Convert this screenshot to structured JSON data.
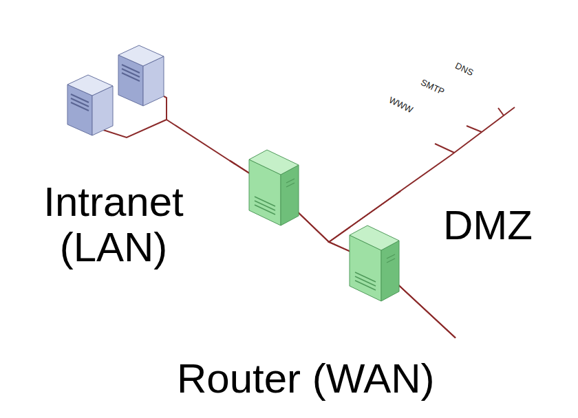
{
  "diagram": {
    "nodes": [
      {
        "text": [
          "Intranet (LAN)"
        ]
      },
      {
        "text": [
          "DMZ"
        ]
      },
      {
        "text": [
          "WWW"
        ],
        "in": 1
      },
      {
        "text": [
          "SMTP"
        ],
        "in": 1
      },
      {
        "text": [
          "DNS"
        ],
        "in": 1
      },
      {
        "text": [
          "Router (WAN)"
        ]
      }
    ],
    "edges": [
      {
        "from": 0,
        "to": 1,
        "arrow": "none"
      },
      {
        "from": 0,
        "to": 5,
        "arrow": "none"
      },
      {
        "from": 1,
        "to": 5,
        "arrow": "none"
      }
    ]
  }
}
